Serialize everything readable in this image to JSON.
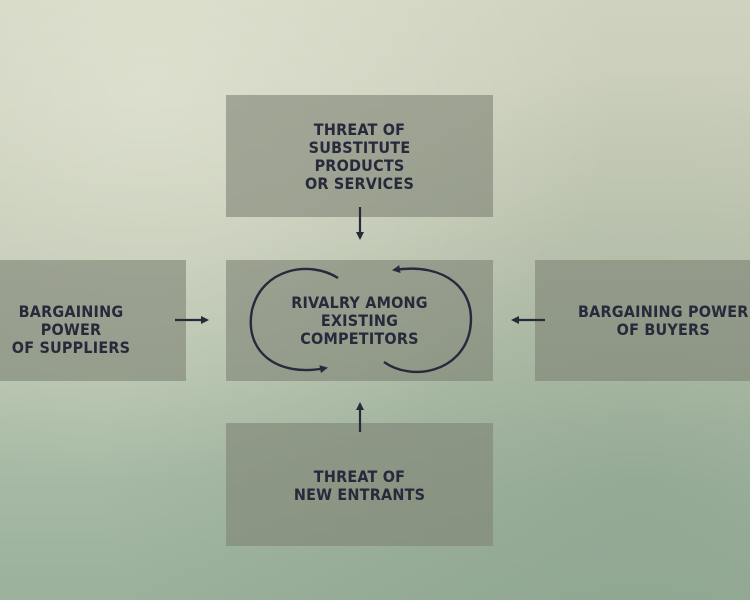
{
  "diagram": {
    "top_box": {
      "label": "THREAT OF\nSUBSTITUTE\nPRODUCTS\nOR SERVICES"
    },
    "center_box": {
      "label": "RIVALRY AMONG\nEXISTING\nCOMPETITORS"
    },
    "bottom_box": {
      "label": "THREAT OF\nNEW ENTRANTS"
    },
    "left_box": {
      "label": "BARGAINING POWER\nOF SUPPLIERS"
    },
    "right_box": {
      "label": "BARGAINING POWER\nOF BUYERS"
    }
  },
  "colors": {
    "box_fill": "#7f8576",
    "text": "#262a3a",
    "arrow": "#262a3a"
  }
}
